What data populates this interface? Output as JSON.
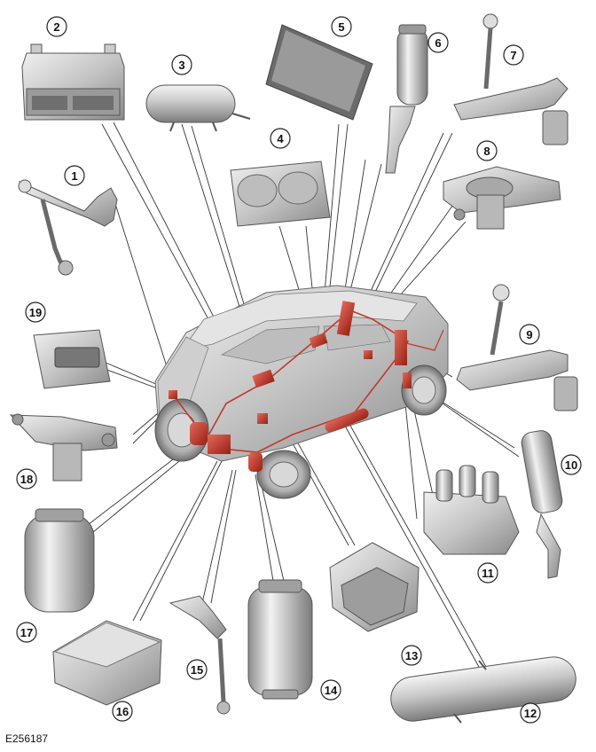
{
  "figure_id": "E256187",
  "callouts": [
    {
      "id": 1,
      "label": "1"
    },
    {
      "id": 2,
      "label": "2"
    },
    {
      "id": 3,
      "label": "3"
    },
    {
      "id": 4,
      "label": "4"
    },
    {
      "id": 5,
      "label": "5"
    },
    {
      "id": 6,
      "label": "6"
    },
    {
      "id": 7,
      "label": "7"
    },
    {
      "id": 8,
      "label": "8"
    },
    {
      "id": 9,
      "label": "9"
    },
    {
      "id": 10,
      "label": "10"
    },
    {
      "id": 11,
      "label": "11"
    },
    {
      "id": 12,
      "label": "12"
    },
    {
      "id": 13,
      "label": "13"
    },
    {
      "id": 14,
      "label": "14"
    },
    {
      "id": 15,
      "label": "15"
    },
    {
      "id": 16,
      "label": "16"
    },
    {
      "id": 17,
      "label": "17"
    },
    {
      "id": 18,
      "label": "18"
    },
    {
      "id": 19,
      "label": "19"
    }
  ],
  "colors": {
    "component_fill": "#c9c9c9",
    "component_stroke": "#555555",
    "highlight": "#c0392b",
    "vehicle_fill": "#d6d6d6",
    "leader_line": "#333333"
  }
}
